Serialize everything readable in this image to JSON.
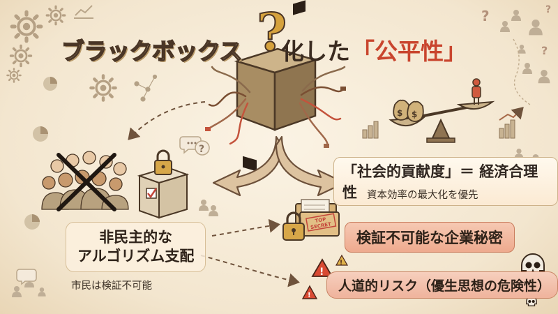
{
  "title": {
    "part1": "ブラックボックス",
    "part2": "化した",
    "part3": "「公平性」"
  },
  "question_mark": "?",
  "labels": {
    "social_contribution": "「社会的貢献度」＝ 経済合理性",
    "social_contribution_sub": "資本効率の最大化を優先",
    "trade_secret": "検証不可能な企業秘密",
    "human_risk": "人道的リスク（優生思想の危険性）",
    "non_democratic": [
      "非民主的な",
      "アルゴリズム支配"
    ],
    "non_democratic_sub": "市民は検証不可能"
  },
  "stamp_text": [
    "TOP",
    "SECRET"
  ],
  "colors": {
    "accent_red": "#c9452e",
    "ink": "#3a2d22",
    "box": "#a88d63",
    "gold": "#d6a23d",
    "arrow": "#7a5d43"
  },
  "icons": [
    "gear-icon",
    "question-icon",
    "chart-icon",
    "person-icon",
    "warning-icon",
    "skull-icon",
    "lock-icon",
    "ballot-box-icon",
    "money-bag-icon",
    "balance-scale-icon",
    "folder-icon",
    "crowd-icon"
  ]
}
